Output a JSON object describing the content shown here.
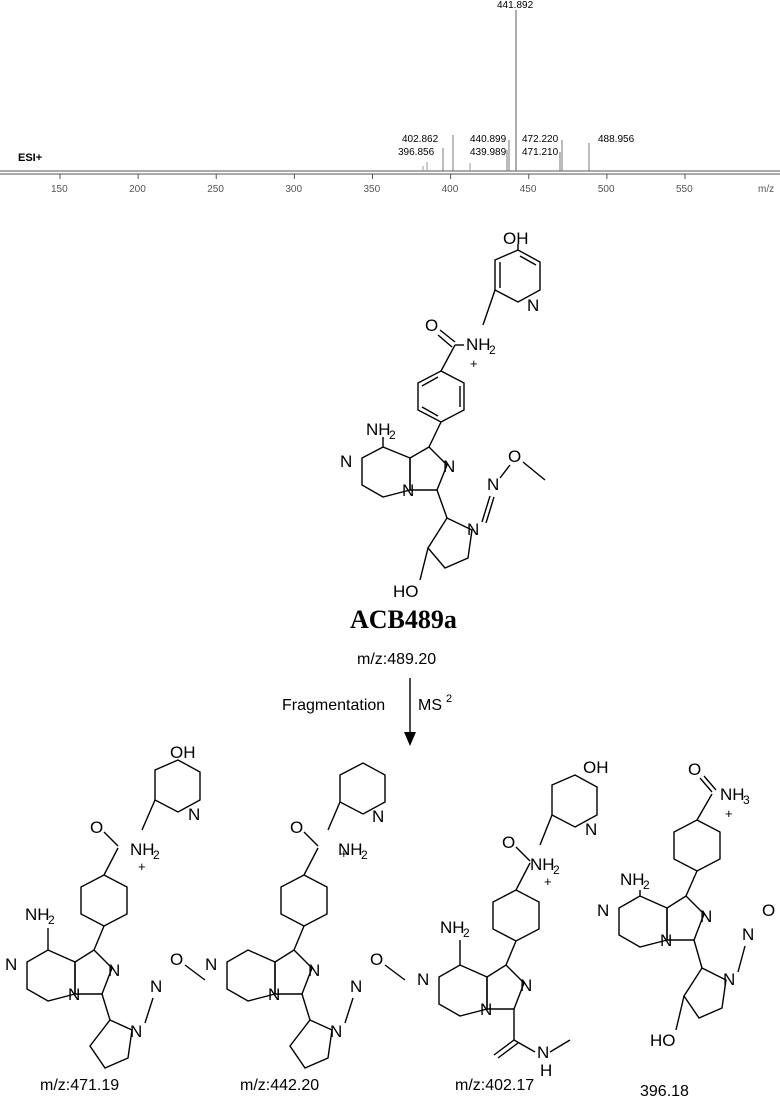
{
  "spectrum": {
    "mode": "ESI+",
    "axis_unit": "m/z",
    "ticks": [
      "150",
      "200",
      "250",
      "300",
      "350",
      "400",
      "450",
      "500",
      "550"
    ],
    "peaks": [
      {
        "label": "441.892"
      },
      {
        "label": "402.862"
      },
      {
        "label": "396.856"
      },
      {
        "label": "440.899"
      },
      {
        "label": "439.989"
      },
      {
        "label": "472.220"
      },
      {
        "label": "471.210"
      },
      {
        "label": "488.956"
      }
    ]
  },
  "parent": {
    "name": "ACB489a",
    "mz": "m/z:489.20",
    "labels": {
      "oh_top": "OH",
      "n_pyr": "N",
      "o_amide": "O",
      "nh2_amide": "NH",
      "sub2": "2",
      "plus": "+",
      "nh2_core": "NH",
      "n_core1": "N",
      "n_core2": "N",
      "n_core3": "N",
      "n_oxime": "N",
      "o_oxime": "O",
      "n_pyrrol": "N",
      "ho": "HO"
    }
  },
  "arrow": {
    "left": "Fragmentation",
    "right": "MS",
    "sup": "2"
  },
  "fragments": [
    {
      "mz": "m/z:471.19"
    },
    {
      "mz": "m/z:442.20"
    },
    {
      "mz": "m/z:402.17"
    },
    {
      "mz": "396.18"
    }
  ],
  "frag_labels": {
    "oh": "OH",
    "n": "N",
    "o": "O",
    "nh": "NH",
    "nh3": "NH",
    "sub2": "2",
    "sub3": "3",
    "plus": "+",
    "h": "H",
    "ho": "HO"
  }
}
